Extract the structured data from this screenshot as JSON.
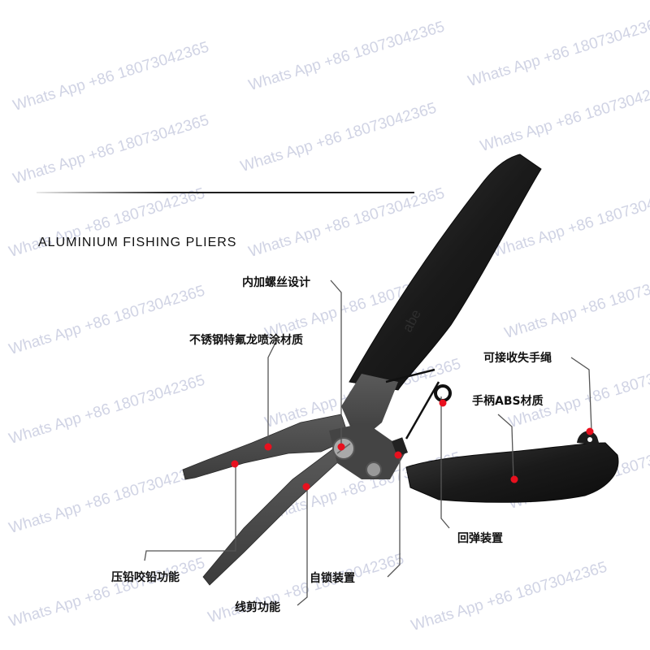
{
  "product": {
    "title": "ALUMINIUM FISHING PLIERS",
    "brand_logo_text": "abe"
  },
  "callouts": [
    {
      "id": "inner-screw",
      "text": "内加螺丝设计"
    },
    {
      "id": "coating",
      "text": "不锈钢特氟龙喷涂材质"
    },
    {
      "id": "lanyard",
      "text": "可接收失手绳"
    },
    {
      "id": "abs-handle",
      "text": "手柄ABS材质"
    },
    {
      "id": "spring",
      "text": "回弹装置"
    },
    {
      "id": "lock",
      "text": "自锁装置"
    },
    {
      "id": "split-shot",
      "text": "压铅咬铅功能"
    },
    {
      "id": "cutter",
      "text": "线剪功能"
    }
  ],
  "watermark": {
    "text": "Whats App +86 18073042365"
  },
  "colors": {
    "marker": "#e8101e",
    "metal": "#4a4a4a",
    "handle": "#1c1c1c",
    "watermark": "#aab0cd"
  }
}
